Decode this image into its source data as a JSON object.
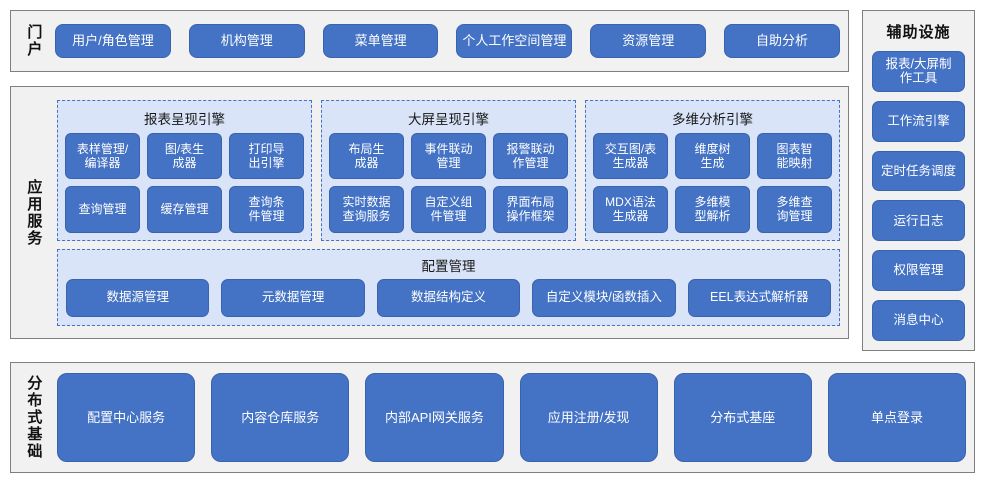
{
  "diagram": {
    "title_portal": "门户",
    "title_app_service": "应用服务",
    "title_distributed": "分布式基础",
    "title_aux": "辅助设施",
    "colors": {
      "button_fill": "#4472c4",
      "button_text": "#ffffff",
      "group_fill": "#dae4f8",
      "group_border": "#4472c4",
      "panel_fill": "#f1f1f1",
      "panel_border": "#7f7f7f"
    }
  },
  "portal": {
    "items": [
      {
        "label": "用户/角色管理"
      },
      {
        "label": "机构管理"
      },
      {
        "label": "菜单管理"
      },
      {
        "label": "个人工作空间管理"
      },
      {
        "label": "资源管理"
      },
      {
        "label": "自助分析"
      }
    ]
  },
  "engines": [
    {
      "title": "报表呈现引擎",
      "items": [
        {
          "label": "表样管理/\n编译器"
        },
        {
          "label": "图/表生\n成器"
        },
        {
          "label": "打印导\n出引擎"
        },
        {
          "label": "查询管理"
        },
        {
          "label": "缓存管理"
        },
        {
          "label": "查询条\n件管理"
        }
      ]
    },
    {
      "title": "大屏呈现引擎",
      "items": [
        {
          "label": "布局生\n成器"
        },
        {
          "label": "事件联动\n管理"
        },
        {
          "label": "报警联动\n作管理"
        },
        {
          "label": "实时数据\n查询服务"
        },
        {
          "label": "自定义组\n件管理"
        },
        {
          "label": "界面布局\n操作框架"
        }
      ]
    },
    {
      "title": "多维分析引擎",
      "items": [
        {
          "label": "交互图/表\n生成器"
        },
        {
          "label": "维度树\n生成"
        },
        {
          "label": "图表智\n能映射"
        },
        {
          "label": "MDX语法\n生成器"
        },
        {
          "label": "多维模\n型解析"
        },
        {
          "label": "多维查\n询管理"
        }
      ]
    }
  ],
  "config": {
    "title": "配置管理",
    "items": [
      {
        "label": "数据源管理"
      },
      {
        "label": "元数据管理"
      },
      {
        "label": "数据结构定义"
      },
      {
        "label": "自定义模块/函数插入"
      },
      {
        "label": "EEL表达式解析器"
      }
    ]
  },
  "distributed": {
    "items": [
      {
        "label": "配置中心服务"
      },
      {
        "label": "内容仓库服务"
      },
      {
        "label": "内部API网关服务"
      },
      {
        "label": "应用注册/发现"
      },
      {
        "label": "分布式基座"
      },
      {
        "label": "单点登录"
      }
    ]
  },
  "aux": {
    "items": [
      {
        "label": "报表/大屏制\n作工具"
      },
      {
        "label": "工作流引擎"
      },
      {
        "label": "定时任务调度"
      },
      {
        "label": "运行日志"
      },
      {
        "label": "权限管理"
      },
      {
        "label": "消息中心"
      }
    ]
  }
}
